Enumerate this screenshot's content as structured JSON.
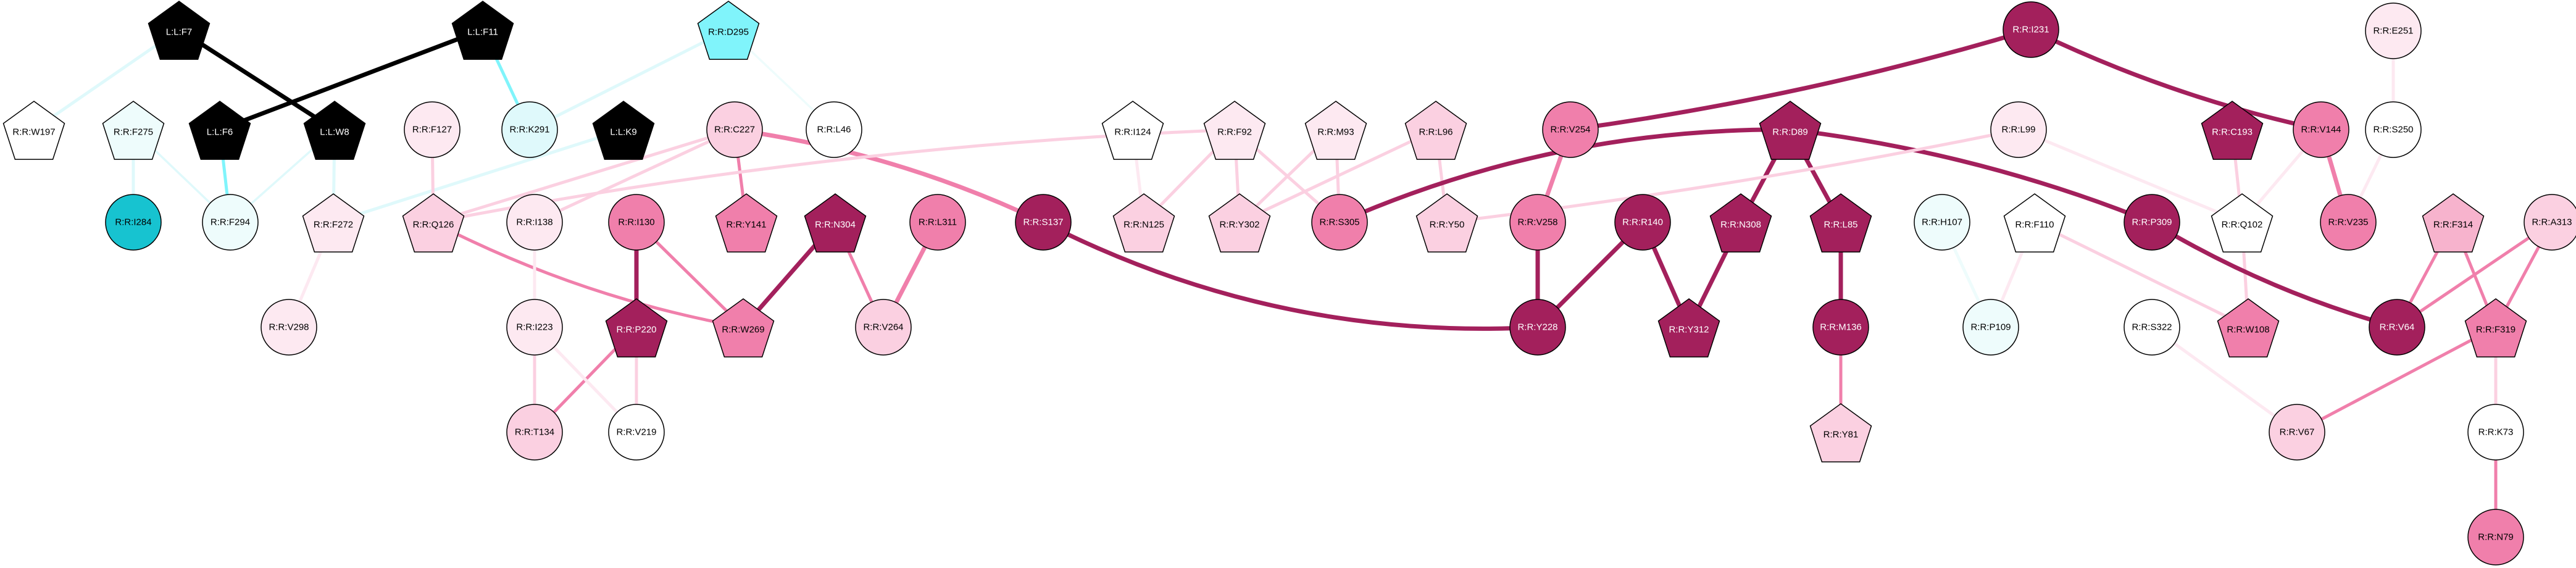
{
  "colors": {
    "black": "#000000",
    "white": "#ffffff",
    "cyan_strong": "#17c3d0",
    "cyan_mid": "#80f4fb",
    "cyan_pale": "#dff9fb",
    "cyan_faint": "#eefcfc",
    "pink_faint": "#fde9f1",
    "pink_pale": "#fbd0e1",
    "pink_light": "#f7b3cd",
    "pink_mid": "#f07fab",
    "magenta_dark": "#a3205c"
  },
  "nodes": [
    {
      "id": "LLF7",
      "label": "L:L:F7",
      "shape": "pentagon",
      "fill": "black"
    },
    {
      "id": "LLF11",
      "label": "L:L:F11",
      "shape": "pentagon",
      "fill": "black"
    },
    {
      "id": "RRD295",
      "label": "R:R:D295",
      "shape": "pentagon",
      "fill": "cyan_mid"
    },
    {
      "id": "RRI231",
      "label": "R:R:I231",
      "shape": "circle",
      "fill": "magenta_dark"
    },
    {
      "id": "RRE251",
      "label": "R:R:E251",
      "shape": "circle",
      "fill": "pink_faint"
    },
    {
      "id": "RRW197",
      "label": "R:R:W197",
      "shape": "pentagon",
      "fill": "white"
    },
    {
      "id": "RRF275",
      "label": "R:R:F275",
      "shape": "pentagon",
      "fill": "cyan_faint"
    },
    {
      "id": "LLF6",
      "label": "L:L:F6",
      "shape": "pentagon",
      "fill": "black"
    },
    {
      "id": "LLW8",
      "label": "L:L:W8",
      "shape": "pentagon",
      "fill": "black"
    },
    {
      "id": "RRF127",
      "label": "R:R:F127",
      "shape": "circle",
      "fill": "pink_faint"
    },
    {
      "id": "RRK291",
      "label": "R:R:K291",
      "shape": "circle",
      "fill": "cyan_pale"
    },
    {
      "id": "LLK9",
      "label": "L:L:K9",
      "shape": "pentagon",
      "fill": "black"
    },
    {
      "id": "RRC227",
      "label": "R:R:C227",
      "shape": "circle",
      "fill": "pink_pale"
    },
    {
      "id": "RRL46",
      "label": "R:R:L46",
      "shape": "circle",
      "fill": "white"
    },
    {
      "id": "RRI124",
      "label": "R:R:I124",
      "shape": "pentagon",
      "fill": "white"
    },
    {
      "id": "RRF92",
      "label": "R:R:F92",
      "shape": "pentagon",
      "fill": "pink_faint"
    },
    {
      "id": "RRM93",
      "label": "R:R:M93",
      "shape": "pentagon",
      "fill": "pink_faint"
    },
    {
      "id": "RRL96",
      "label": "R:R:L96",
      "shape": "pentagon",
      "fill": "pink_pale"
    },
    {
      "id": "RRV254",
      "label": "R:R:V254",
      "shape": "circle",
      "fill": "pink_mid"
    },
    {
      "id": "RRD89",
      "label": "R:R:D89",
      "shape": "pentagon",
      "fill": "magenta_dark"
    },
    {
      "id": "RRL99",
      "label": "R:R:L99",
      "shape": "circle",
      "fill": "pink_faint"
    },
    {
      "id": "RRC193",
      "label": "R:R:C193",
      "shape": "pentagon",
      "fill": "magenta_dark"
    },
    {
      "id": "RRV144",
      "label": "R:R:V144",
      "shape": "circle",
      "fill": "pink_mid"
    },
    {
      "id": "RRS250",
      "label": "R:R:S250",
      "shape": "circle",
      "fill": "white"
    },
    {
      "id": "RRI284",
      "label": "R:R:I284",
      "shape": "circle",
      "fill": "cyan_strong"
    },
    {
      "id": "RRF294",
      "label": "R:R:F294",
      "shape": "circle",
      "fill": "cyan_faint"
    },
    {
      "id": "RRF272",
      "label": "R:R:F272",
      "shape": "pentagon",
      "fill": "pink_faint"
    },
    {
      "id": "RRQ126",
      "label": "R:R:Q126",
      "shape": "pentagon",
      "fill": "pink_pale"
    },
    {
      "id": "RRI138",
      "label": "R:R:I138",
      "shape": "circle",
      "fill": "pink_faint"
    },
    {
      "id": "RRI130",
      "label": "R:R:I130",
      "shape": "circle",
      "fill": "pink_mid"
    },
    {
      "id": "RRY141",
      "label": "R:R:Y141",
      "shape": "pentagon",
      "fill": "pink_mid"
    },
    {
      "id": "RRN304",
      "label": "R:R:N304",
      "shape": "pentagon",
      "fill": "magenta_dark"
    },
    {
      "id": "RRL311",
      "label": "R:R:L311",
      "shape": "circle",
      "fill": "pink_mid"
    },
    {
      "id": "RRS137",
      "label": "R:R:S137",
      "shape": "circle",
      "fill": "magenta_dark"
    },
    {
      "id": "RRN125",
      "label": "R:R:N125",
      "shape": "pentagon",
      "fill": "pink_pale"
    },
    {
      "id": "RRY302",
      "label": "R:R:Y302",
      "shape": "pentagon",
      "fill": "pink_pale"
    },
    {
      "id": "RRS305",
      "label": "R:R:S305",
      "shape": "circle",
      "fill": "pink_mid"
    },
    {
      "id": "RRY50",
      "label": "R:R:Y50",
      "shape": "pentagon",
      "fill": "pink_pale"
    },
    {
      "id": "RRV258",
      "label": "R:R:V258",
      "shape": "circle",
      "fill": "pink_mid"
    },
    {
      "id": "RRR140",
      "label": "R:R:R140",
      "shape": "circle",
      "fill": "magenta_dark"
    },
    {
      "id": "RRN308",
      "label": "R:R:N308",
      "shape": "pentagon",
      "fill": "magenta_dark"
    },
    {
      "id": "RRL85",
      "label": "R:R:L85",
      "shape": "pentagon",
      "fill": "magenta_dark"
    },
    {
      "id": "RRH107",
      "label": "R:R:H107",
      "shape": "circle",
      "fill": "cyan_faint"
    },
    {
      "id": "RRF110",
      "label": "R:R:F110",
      "shape": "pentagon",
      "fill": "white"
    },
    {
      "id": "RRP309",
      "label": "R:R:P309",
      "shape": "circle",
      "fill": "magenta_dark"
    },
    {
      "id": "RRQ102",
      "label": "R:R:Q102",
      "shape": "pentagon",
      "fill": "white"
    },
    {
      "id": "RRV235",
      "label": "R:R:V235",
      "shape": "circle",
      "fill": "pink_mid"
    },
    {
      "id": "RRF314",
      "label": "R:R:F314",
      "shape": "pentagon",
      "fill": "pink_light"
    },
    {
      "id": "RRA313",
      "label": "R:R:A313",
      "shape": "circle",
      "fill": "pink_pale"
    },
    {
      "id": "RRV298",
      "label": "R:R:V298",
      "shape": "circle",
      "fill": "pink_faint"
    },
    {
      "id": "RRI223",
      "label": "R:R:I223",
      "shape": "circle",
      "fill": "pink_faint"
    },
    {
      "id": "RRP220",
      "label": "R:R:P220",
      "shape": "pentagon",
      "fill": "magenta_dark"
    },
    {
      "id": "RRW269",
      "label": "R:R:W269",
      "shape": "pentagon",
      "fill": "pink_mid"
    },
    {
      "id": "RRV264",
      "label": "R:R:V264",
      "shape": "circle",
      "fill": "pink_pale"
    },
    {
      "id": "RRY228",
      "label": "R:R:Y228",
      "shape": "circle",
      "fill": "magenta_dark"
    },
    {
      "id": "RRY312",
      "label": "R:R:Y312",
      "shape": "pentagon",
      "fill": "magenta_dark"
    },
    {
      "id": "RRM136",
      "label": "R:R:M136",
      "shape": "circle",
      "fill": "magenta_dark"
    },
    {
      "id": "RRP109",
      "label": "R:R:P109",
      "shape": "circle",
      "fill": "cyan_faint"
    },
    {
      "id": "RRS322",
      "label": "R:R:S322",
      "shape": "circle",
      "fill": "white"
    },
    {
      "id": "RRW108",
      "label": "R:R:W108",
      "shape": "pentagon",
      "fill": "pink_mid"
    },
    {
      "id": "RRV64",
      "label": "R:R:V64",
      "shape": "circle",
      "fill": "magenta_dark"
    },
    {
      "id": "RRF319",
      "label": "R:R:F319",
      "shape": "pentagon",
      "fill": "pink_mid"
    },
    {
      "id": "RRT134",
      "label": "R:R:T134",
      "shape": "circle",
      "fill": "pink_pale"
    },
    {
      "id": "RRV219",
      "label": "R:R:V219",
      "shape": "circle",
      "fill": "white"
    },
    {
      "id": "RRY81",
      "label": "R:R:Y81",
      "shape": "pentagon",
      "fill": "pink_pale"
    },
    {
      "id": "RRV67",
      "label": "R:R:V67",
      "shape": "circle",
      "fill": "pink_pale"
    },
    {
      "id": "RRK73",
      "label": "R:R:K73",
      "shape": "circle",
      "fill": "white"
    },
    {
      "id": "RRN79",
      "label": "R:R:N79",
      "shape": "circle",
      "fill": "pink_mid"
    }
  ],
  "edges": [
    {
      "from": "LLF7",
      "to": "RRW197",
      "color": "cyan_pale",
      "weight": 2
    },
    {
      "from": "LLF7",
      "to": "LLW8",
      "color": "black",
      "weight": 3
    },
    {
      "from": "LLF11",
      "to": "LLF6",
      "color": "black",
      "weight": 3
    },
    {
      "from": "LLF11",
      "to": "RRK291",
      "color": "cyan_mid",
      "weight": 2
    },
    {
      "from": "RRD295",
      "to": "RRK291",
      "color": "cyan_pale",
      "weight": 2
    },
    {
      "from": "RRD295",
      "to": "RRL46",
      "color": "cyan_faint",
      "weight": 1
    },
    {
      "from": "RRF275",
      "to": "RRI284",
      "color": "cyan_pale",
      "weight": 2
    },
    {
      "from": "RRF275",
      "to": "RRF294",
      "color": "cyan_pale",
      "weight": 1
    },
    {
      "from": "LLF6",
      "to": "RRF294",
      "color": "cyan_mid",
      "weight": 2
    },
    {
      "from": "LLW8",
      "to": "RRF272",
      "color": "cyan_pale",
      "weight": 2
    },
    {
      "from": "LLW8",
      "to": "RRF294",
      "color": "cyan_pale",
      "weight": 1
    },
    {
      "from": "LLK9",
      "to": "RRF272",
      "color": "cyan_pale",
      "weight": 2
    },
    {
      "from": "RRF272",
      "to": "RRV298",
      "color": "pink_faint",
      "weight": 2
    },
    {
      "from": "RRF127",
      "to": "RRQ126",
      "color": "pink_pale",
      "weight": 2
    },
    {
      "from": "RRC227",
      "to": "RRQ126",
      "color": "pink_pale",
      "weight": 2
    },
    {
      "from": "RRC227",
      "to": "RRI138",
      "color": "pink_pale",
      "weight": 2
    },
    {
      "from": "RRC227",
      "to": "RRY141",
      "color": "pink_mid",
      "weight": 2
    },
    {
      "from": "RRC227",
      "to": "RRS137",
      "color": "pink_mid",
      "weight": 3
    },
    {
      "from": "RRQ126",
      "to": "RRW269",
      "color": "pink_mid",
      "weight": 2
    },
    {
      "from": "RRQ126",
      "to": "RRF92",
      "color": "pink_pale",
      "weight": 2
    },
    {
      "from": "RRI138",
      "to": "RRI223",
      "color": "pink_faint",
      "weight": 2
    },
    {
      "from": "RRI130",
      "to": "RRP220",
      "color": "magenta_dark",
      "weight": 3
    },
    {
      "from": "RRI130",
      "to": "RRW269",
      "color": "pink_mid",
      "weight": 2
    },
    {
      "from": "RRN304",
      "to": "RRW269",
      "color": "magenta_dark",
      "weight": 3
    },
    {
      "from": "RRN304",
      "to": "RRV264",
      "color": "pink_mid",
      "weight": 2
    },
    {
      "from": "RRL311",
      "to": "RRV264",
      "color": "pink_mid",
      "weight": 3
    },
    {
      "from": "RRP220",
      "to": "RRT134",
      "color": "pink_mid",
      "weight": 2
    },
    {
      "from": "RRP220",
      "to": "RRV219",
      "color": "pink_pale",
      "weight": 2
    },
    {
      "from": "RRI223",
      "to": "RRT134",
      "color": "pink_pale",
      "weight": 2
    },
    {
      "from": "RRI223",
      "to": "RRV219",
      "color": "pink_faint",
      "weight": 2
    },
    {
      "from": "RRS137",
      "to": "RRY228",
      "color": "magenta_dark",
      "weight": 3
    },
    {
      "from": "RRI124",
      "to": "RRN125",
      "color": "pink_faint",
      "weight": 2
    },
    {
      "from": "RRF92",
      "to": "RRN125",
      "color": "pink_pale",
      "weight": 2
    },
    {
      "from": "RRF92",
      "to": "RRY302",
      "color": "pink_pale",
      "weight": 2
    },
    {
      "from": "RRF92",
      "to": "RRS305",
      "color": "pink_pale",
      "weight": 2
    },
    {
      "from": "RRM93",
      "to": "RRY302",
      "color": "pink_pale",
      "weight": 2
    },
    {
      "from": "RRM93",
      "to": "RRS305",
      "color": "pink_pale",
      "weight": 2
    },
    {
      "from": "RRL96",
      "to": "RRY302",
      "color": "pink_pale",
      "weight": 2
    },
    {
      "from": "RRL96",
      "to": "RRY50",
      "color": "pink_pale",
      "weight": 2
    },
    {
      "from": "RRD89",
      "to": "RRS305",
      "color": "magenta_dark",
      "weight": 3
    },
    {
      "from": "RRD89",
      "to": "RRN308",
      "color": "magenta_dark",
      "weight": 3
    },
    {
      "from": "RRD89",
      "to": "RRL85",
      "color": "magenta_dark",
      "weight": 3
    },
    {
      "from": "RRD89",
      "to": "RRP309",
      "color": "magenta_dark",
      "weight": 3
    },
    {
      "from": "RRL99",
      "to": "RRY50",
      "color": "pink_pale",
      "weight": 2
    },
    {
      "from": "RRL99",
      "to": "RRQ102",
      "color": "pink_faint",
      "weight": 2
    },
    {
      "from": "RRI231",
      "to": "RRV254",
      "color": "magenta_dark",
      "weight": 3
    },
    {
      "from": "RRI231",
      "to": "RRV144",
      "color": "magenta_dark",
      "weight": 3
    },
    {
      "from": "RRV254",
      "to": "RRV258",
      "color": "pink_mid",
      "weight": 3
    },
    {
      "from": "RRV258",
      "to": "RRY228",
      "color": "magenta_dark",
      "weight": 3
    },
    {
      "from": "RRR140",
      "to": "RRY228",
      "color": "magenta_dark",
      "weight": 3
    },
    {
      "from": "RRR140",
      "to": "RRY312",
      "color": "magenta_dark",
      "weight": 3
    },
    {
      "from": "RRN308",
      "to": "RRY312",
      "color": "magenta_dark",
      "weight": 3
    },
    {
      "from": "RRL85",
      "to": "RRM136",
      "color": "magenta_dark",
      "weight": 3
    },
    {
      "from": "RRM136",
      "to": "RRY81",
      "color": "pink_mid",
      "weight": 2
    },
    {
      "from": "RRE251",
      "to": "RRS250",
      "color": "pink_faint",
      "weight": 2
    },
    {
      "from": "RRV144",
      "to": "RRV235",
      "color": "pink_mid",
      "weight": 3
    },
    {
      "from": "RRV144",
      "to": "RRQ102",
      "color": "pink_faint",
      "weight": 2
    },
    {
      "from": "RRS250",
      "to": "RRV235",
      "color": "pink_faint",
      "weight": 2
    },
    {
      "from": "RRC193",
      "to": "RRQ102",
      "color": "pink_pale",
      "weight": 2
    },
    {
      "from": "RRQ102",
      "to": "RRW108",
      "color": "pink_pale",
      "weight": 2
    },
    {
      "from": "RRP309",
      "to": "RRV64",
      "color": "magenta_dark",
      "weight": 3
    },
    {
      "from": "RRH107",
      "to": "RRP109",
      "color": "cyan_faint",
      "weight": 2
    },
    {
      "from": "RRF110",
      "to": "RRP109",
      "color": "pink_faint",
      "weight": 2
    },
    {
      "from": "RRF110",
      "to": "RRW108",
      "color": "pink_pale",
      "weight": 2
    },
    {
      "from": "RRF314",
      "to": "RRV64",
      "color": "pink_mid",
      "weight": 2
    },
    {
      "from": "RRF314",
      "to": "RRF319",
      "color": "pink_mid",
      "weight": 2
    },
    {
      "from": "RRA313",
      "to": "RRV64",
      "color": "pink_mid",
      "weight": 2
    },
    {
      "from": "RRA313",
      "to": "RRF319",
      "color": "pink_mid",
      "weight": 2
    },
    {
      "from": "RRS322",
      "to": "RRV67",
      "color": "pink_faint",
      "weight": 2
    },
    {
      "from": "RRF319",
      "to": "RRV67",
      "color": "pink_mid",
      "weight": 2
    },
    {
      "from": "RRF319",
      "to": "RRK73",
      "color": "pink_pale",
      "weight": 2
    },
    {
      "from": "RRK73",
      "to": "RRN79",
      "color": "pink_mid",
      "weight": 2
    }
  ]
}
